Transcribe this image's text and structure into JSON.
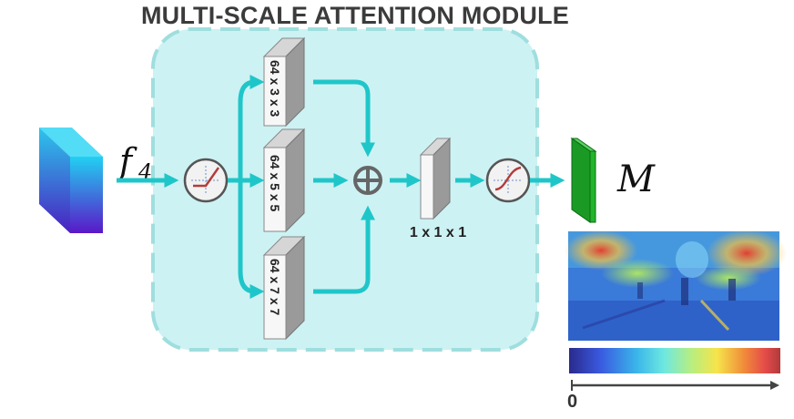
{
  "title": "MULTI-SCALE ATTENTION MODULE",
  "input_label": "f",
  "input_subscript": "4",
  "branches": [
    {
      "label": "64 x 3 x 3"
    },
    {
      "label": "64 x 5 x 5"
    },
    {
      "label": "64 x 7 x 7"
    }
  ],
  "fusion_conv_label": "1 x 1 x 1",
  "output_label": "M",
  "colorbar_min_label": "0",
  "colors": {
    "module_bg": "#cdf2f3",
    "module_border": "#9fdede",
    "arrow": "#1fc6c9",
    "input_top": "#22c8f0",
    "input_bottom": "#5a18c8",
    "output": "#1fa82a"
  },
  "icons": {
    "activation_1": "relu-activation-icon",
    "activation_2": "sigmoid-activation-icon",
    "sum": "elementwise-sum-icon"
  }
}
